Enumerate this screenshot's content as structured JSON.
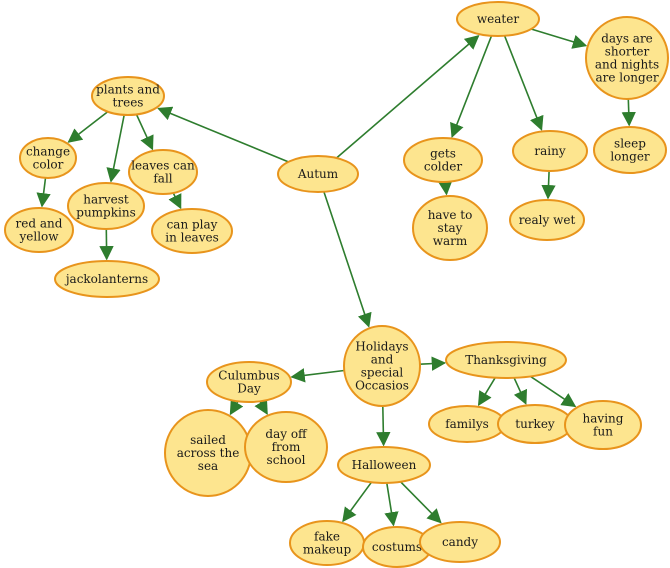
{
  "colors": {
    "node_fill": "#fde58f",
    "node_border": "#e8941c",
    "edge": "#2e7d2e",
    "text": "#1a1a1a"
  },
  "nodes": [
    {
      "id": "autum",
      "lines": [
        "Autum"
      ]
    },
    {
      "id": "plants-and-trees",
      "lines": [
        "plants and",
        "trees"
      ]
    },
    {
      "id": "change-color",
      "lines": [
        "change",
        "color"
      ]
    },
    {
      "id": "red-and-yellow",
      "lines": [
        "red and",
        "yellow"
      ]
    },
    {
      "id": "harvest-pumpkins",
      "lines": [
        "harvest",
        "pumpkins"
      ]
    },
    {
      "id": "jackolanterns",
      "lines": [
        "jackolanterns"
      ]
    },
    {
      "id": "leaves-can-fall",
      "lines": [
        "leaves can",
        "fall"
      ]
    },
    {
      "id": "can-play-in-leaves",
      "lines": [
        "can play",
        "in leaves"
      ]
    },
    {
      "id": "weater",
      "lines": [
        "weater"
      ]
    },
    {
      "id": "gets-colder",
      "lines": [
        "gets",
        "colder"
      ]
    },
    {
      "id": "have-to-stay-warm",
      "lines": [
        "have to",
        "stay",
        "warm"
      ]
    },
    {
      "id": "rainy",
      "lines": [
        "rainy"
      ]
    },
    {
      "id": "realy-wet",
      "lines": [
        "realy wet"
      ]
    },
    {
      "id": "days-shorter",
      "lines": [
        "days are",
        "shorter",
        "and nights",
        "are longer"
      ]
    },
    {
      "id": "sleep-longer",
      "lines": [
        "sleep",
        "longer"
      ]
    },
    {
      "id": "holidays",
      "lines": [
        "Holidays",
        "and",
        "special",
        "Occasios"
      ]
    },
    {
      "id": "columbus-day",
      "lines": [
        "Culumbus",
        "Day"
      ]
    },
    {
      "id": "sailed-across-the-sea",
      "lines": [
        "sailed",
        "across the",
        "sea"
      ]
    },
    {
      "id": "day-off-from-school",
      "lines": [
        "day off",
        "from",
        "school"
      ]
    },
    {
      "id": "thanksgiving",
      "lines": [
        "Thanksgiving"
      ]
    },
    {
      "id": "familys",
      "lines": [
        "familys"
      ]
    },
    {
      "id": "turkey",
      "lines": [
        "turkey"
      ]
    },
    {
      "id": "having-fun",
      "lines": [
        "having",
        "fun"
      ]
    },
    {
      "id": "halloween",
      "lines": [
        "Halloween"
      ]
    },
    {
      "id": "fake-makeup",
      "lines": [
        "fake",
        "makeup"
      ]
    },
    {
      "id": "costums",
      "lines": [
        "costums"
      ]
    },
    {
      "id": "candy",
      "lines": [
        "candy"
      ]
    }
  ],
  "edges": [
    {
      "from": "autum",
      "to": "plants-and-trees"
    },
    {
      "from": "autum",
      "to": "weater"
    },
    {
      "from": "autum",
      "to": "holidays"
    },
    {
      "from": "plants-and-trees",
      "to": "change-color"
    },
    {
      "from": "plants-and-trees",
      "to": "harvest-pumpkins"
    },
    {
      "from": "plants-and-trees",
      "to": "leaves-can-fall"
    },
    {
      "from": "change-color",
      "to": "red-and-yellow"
    },
    {
      "from": "harvest-pumpkins",
      "to": "jackolanterns"
    },
    {
      "from": "leaves-can-fall",
      "to": "can-play-in-leaves"
    },
    {
      "from": "weater",
      "to": "gets-colder"
    },
    {
      "from": "weater",
      "to": "rainy"
    },
    {
      "from": "weater",
      "to": "days-shorter"
    },
    {
      "from": "gets-colder",
      "to": "have-to-stay-warm"
    },
    {
      "from": "rainy",
      "to": "realy-wet"
    },
    {
      "from": "days-shorter",
      "to": "sleep-longer"
    },
    {
      "from": "holidays",
      "to": "columbus-day"
    },
    {
      "from": "holidays",
      "to": "thanksgiving"
    },
    {
      "from": "holidays",
      "to": "halloween"
    },
    {
      "from": "columbus-day",
      "to": "sailed-across-the-sea"
    },
    {
      "from": "columbus-day",
      "to": "day-off-from-school"
    },
    {
      "from": "thanksgiving",
      "to": "familys"
    },
    {
      "from": "thanksgiving",
      "to": "turkey"
    },
    {
      "from": "thanksgiving",
      "to": "having-fun"
    },
    {
      "from": "halloween",
      "to": "fake-makeup"
    },
    {
      "from": "halloween",
      "to": "costums"
    },
    {
      "from": "halloween",
      "to": "candy"
    }
  ]
}
